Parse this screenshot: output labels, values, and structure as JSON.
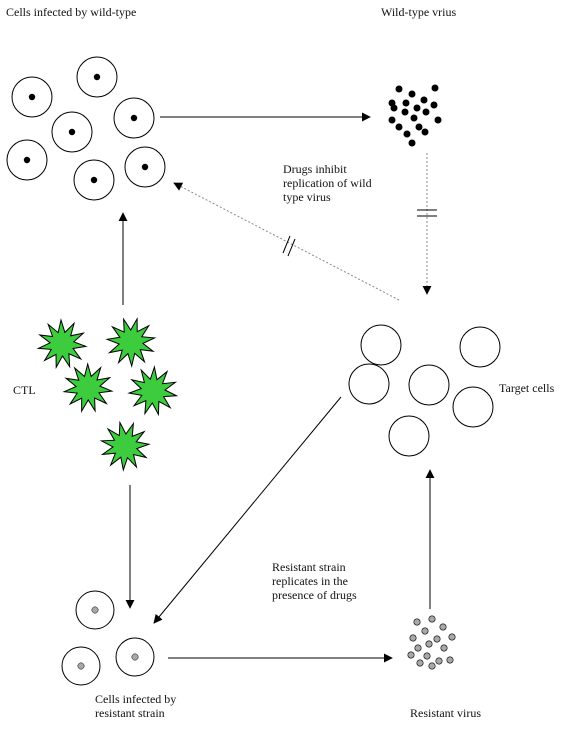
{
  "labels": {
    "infected_wild": "Cells infected by wild-type",
    "wild_virus": "Wild-type vrius",
    "drugs_inhibit": "Drugs inhibit\nreplication of wild\ntype virus",
    "ctl": "CTL",
    "target_cells": "Target cells",
    "resistant_replicates": "Resistant strain\nreplicates in the\npresence of drugs",
    "infected_resistant": "Cells infected by\nresistant strain",
    "resistant_virus": "Resistant virus"
  },
  "colors": {
    "ctl_fill": "#3dcc3d",
    "wild_virus": "#000000",
    "resistant_virus": "#a8a8a8",
    "line": "#000000",
    "dashed_line": "#888888"
  },
  "icons": {
    "infected_cell": "cell-with-nucleus-icon",
    "target_cell": "empty-cell-icon",
    "ctl": "starburst-icon",
    "virus": "dot-icon",
    "blocked": "double-slash-icon"
  }
}
